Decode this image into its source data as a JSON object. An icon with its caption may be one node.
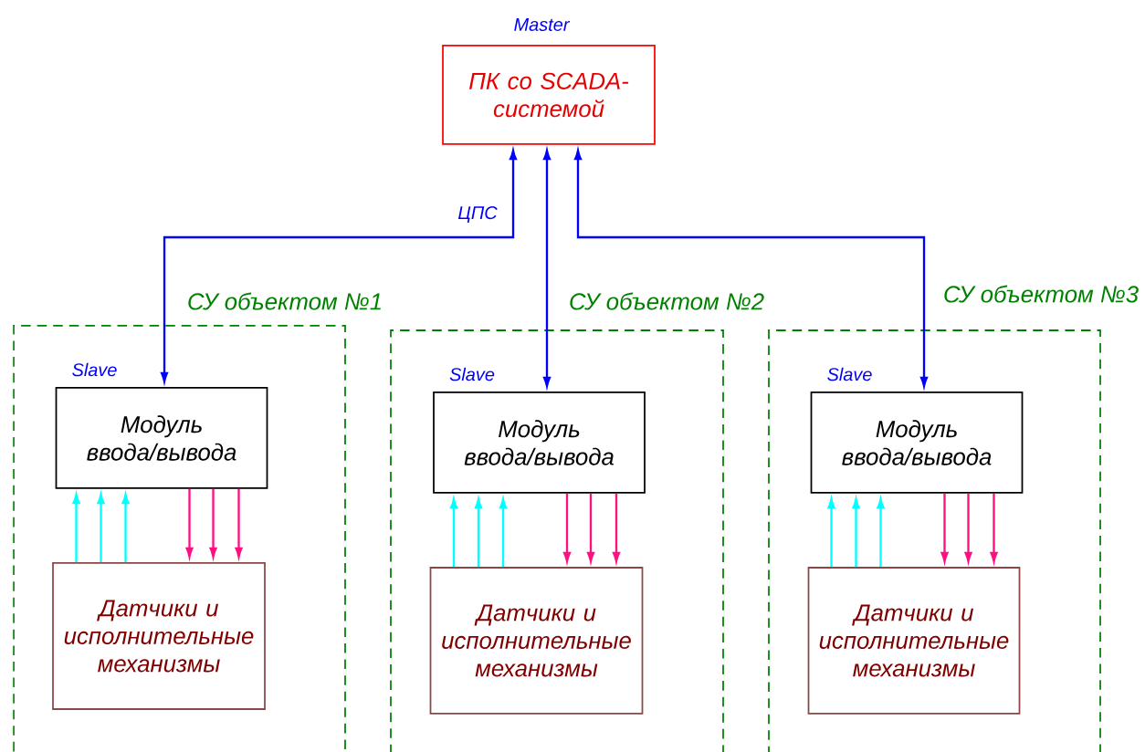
{
  "diagram": {
    "nodes": [
      {
        "text": [
          "ПК со SCADA-системой"
        ],
        "beside": [
          "Master"
        ]
      },
      {
        "text": [
          "СУ объектом №1"
        ]
      },
      {
        "text": [
          "Модуль ввода/вывода"
        ],
        "beside": [
          "Slave"
        ],
        "in": 1
      },
      {
        "text": [
          "Датчики и исполнительные механизмы"
        ],
        "in": 1
      },
      {
        "text": [
          "СУ объектом №2"
        ]
      },
      {
        "text": [
          "Модуль ввода/вывода"
        ],
        "beside": [
          "Slave"
        ],
        "in": 4
      },
      {
        "text": [
          "Датчики и исполнительные механизмы"
        ],
        "in": 4
      },
      {
        "text": [
          "СУ объектом №3"
        ]
      },
      {
        "text": [
          "Модуль ввода/вывода"
        ],
        "beside": [
          "Slave"
        ],
        "in": 7
      },
      {
        "text": [
          "Датчики и исполнительные механизмы"
        ],
        "in": 7
      }
    ],
    "edges": [
      {
        "from": 0,
        "to": 2,
        "arrow": "both",
        "label": "ЦПС",
        "color": "#0000ff"
      },
      {
        "from": 0,
        "to": 5,
        "arrow": "both",
        "color": "#0000ff"
      },
      {
        "from": 0,
        "to": 8,
        "arrow": "both",
        "color": "#0000ff"
      },
      {
        "from": 3,
        "to": 2,
        "arrow": "to",
        "color": "#00ffff"
      },
      {
        "from": 3,
        "to": 2,
        "arrow": "to",
        "color": "#00ffff"
      },
      {
        "from": 3,
        "to": 2,
        "arrow": "to",
        "color": "#00ffff"
      },
      {
        "from": 2,
        "to": 3,
        "arrow": "to",
        "color": "#ff1080"
      },
      {
        "from": 2,
        "to": 3,
        "arrow": "to",
        "color": "#ff1080"
      },
      {
        "from": 2,
        "to": 3,
        "arrow": "to",
        "color": "#ff1080"
      },
      {
        "from": 6,
        "to": 5,
        "arrow": "to",
        "color": "#00ffff"
      },
      {
        "from": 6,
        "to": 5,
        "arrow": "to",
        "color": "#00ffff"
      },
      {
        "from": 6,
        "to": 5,
        "arrow": "to",
        "color": "#00ffff"
      },
      {
        "from": 5,
        "to": 6,
        "arrow": "to",
        "color": "#ff1080"
      },
      {
        "from": 5,
        "to": 6,
        "arrow": "to",
        "color": "#ff1080"
      },
      {
        "from": 5,
        "to": 6,
        "arrow": "to",
        "color": "#ff1080"
      },
      {
        "from": 9,
        "to": 8,
        "arrow": "to",
        "color": "#00ffff"
      },
      {
        "from": 9,
        "to": 8,
        "arrow": "to",
        "color": "#00ffff"
      },
      {
        "from": 9,
        "to": 8,
        "arrow": "to",
        "color": "#00ffff"
      },
      {
        "from": 8,
        "to": 9,
        "arrow": "to",
        "color": "#ff1080"
      },
      {
        "from": 8,
        "to": 9,
        "arrow": "to",
        "color": "#ff1080"
      },
      {
        "from": 8,
        "to": 9,
        "arrow": "to",
        "color": "#ff1080"
      }
    ]
  }
}
